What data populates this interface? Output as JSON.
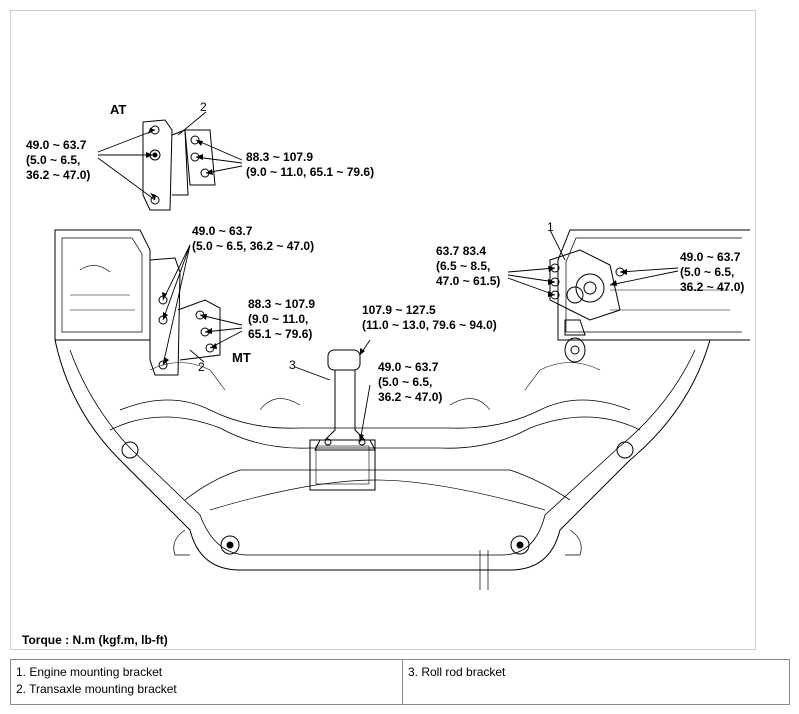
{
  "labels": {
    "at_torque": "49.0 ~ 63.7\n(5.0 ~ 6.5,\n36.2 ~ 47.0)",
    "at_torque_right": "88.3 ~ 107.9\n(9.0 ~ 11.0, 65.1 ~ 79.6)",
    "at_tag": "AT",
    "at_callout_2": "2",
    "mt_torque_top": "49.0 ~ 63.7\n(5.0 ~ 6.5, 36.2 ~ 47.0)",
    "mt_torque_right": "88.3 ~ 107.9\n(9.0 ~ 11.0,\n65.1 ~ 79.6)",
    "mt_tag": "MT",
    "mt_callout_2": "2",
    "roll_rod_torque_top": "107.9 ~ 127.5\n(11.0 ~ 13.0, 79.6 ~ 94.0)",
    "roll_rod_torque_bottom": "49.0 ~ 63.7\n(5.0 ~ 6.5,\n36.2 ~ 47.0)",
    "roll_rod_callout_3": "3",
    "engine_torque_left": "63.7 83.4\n(6.5 ~ 8.5,\n47.0 ~ 61.5)",
    "engine_torque_right": "49.0 ~ 63.7\n(5.0 ~ 6.5,\n36.2 ~ 47.0)",
    "engine_callout_1": "1",
    "torque_units": "Torque : N.m (kgf.m, lb-ft)"
  },
  "legend": {
    "item1": "1. Engine mounting bracket",
    "item2": "2. Transaxle mounting bracket",
    "item3": "3. Roll rod bracket"
  }
}
